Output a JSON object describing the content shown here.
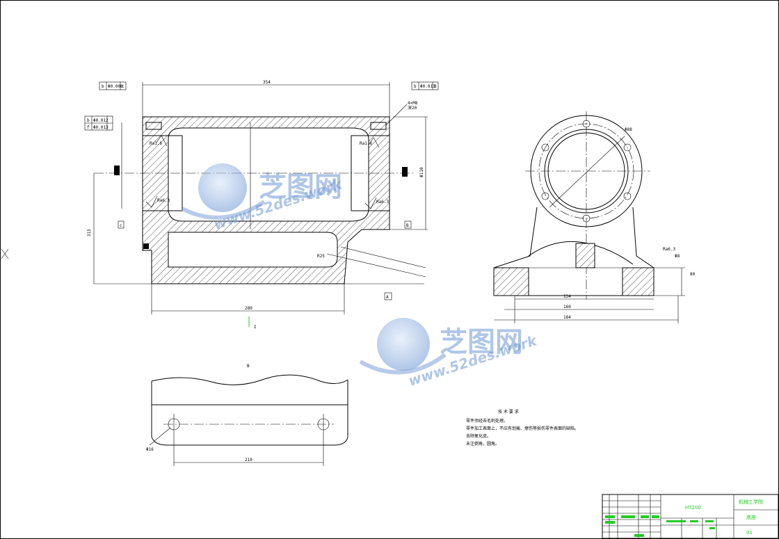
{
  "drawing": {
    "technical_requirements": {
      "title": "技 术 要 求",
      "items": [
        "零件须经去毛刺处理。",
        "零件加工表面上，不应有划痕、擦伤等损伤零件表面的缺陷。",
        "去除氧化皮。",
        "未注倒角，圆角。"
      ]
    },
    "title_block": {
      "part_name": "底座",
      "drawing_number": "01",
      "organization": "机械工学院",
      "material": "HT200"
    },
    "watermark": {
      "brand": "芝图网",
      "url": "www.52des.work"
    }
  }
}
